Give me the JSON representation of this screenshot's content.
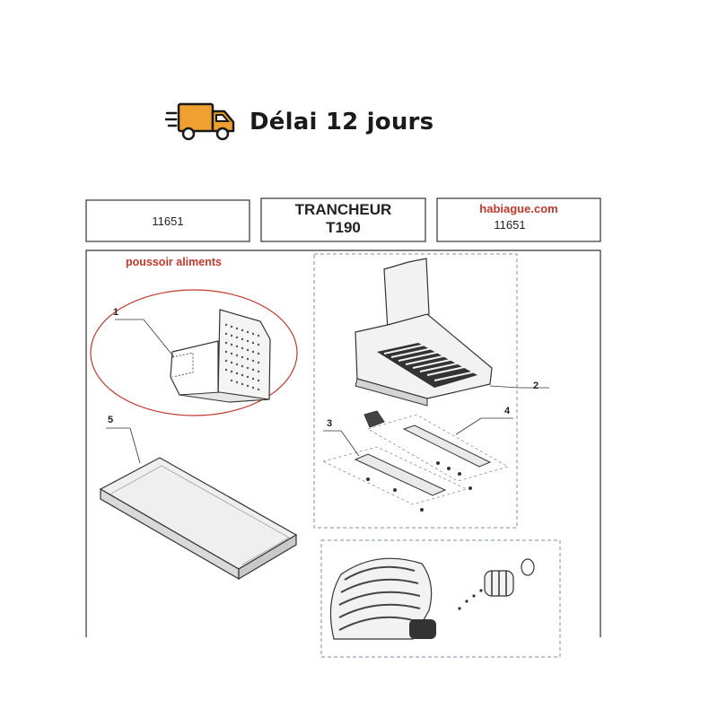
{
  "banner": {
    "text": "Délai 12 jours",
    "icon": "delivery-truck-icon",
    "accent_color": "#f0a030"
  },
  "header": {
    "ref_left": "11651",
    "title_line1": "TRANCHEUR",
    "title_line2": "T190",
    "site_name": "habiague.com",
    "site_ref": "11651"
  },
  "diagram": {
    "part_group_label": "poussoir aliments",
    "callouts": [
      "1",
      "2",
      "3",
      "4",
      "5"
    ],
    "highlight_color": "#c0392b"
  }
}
